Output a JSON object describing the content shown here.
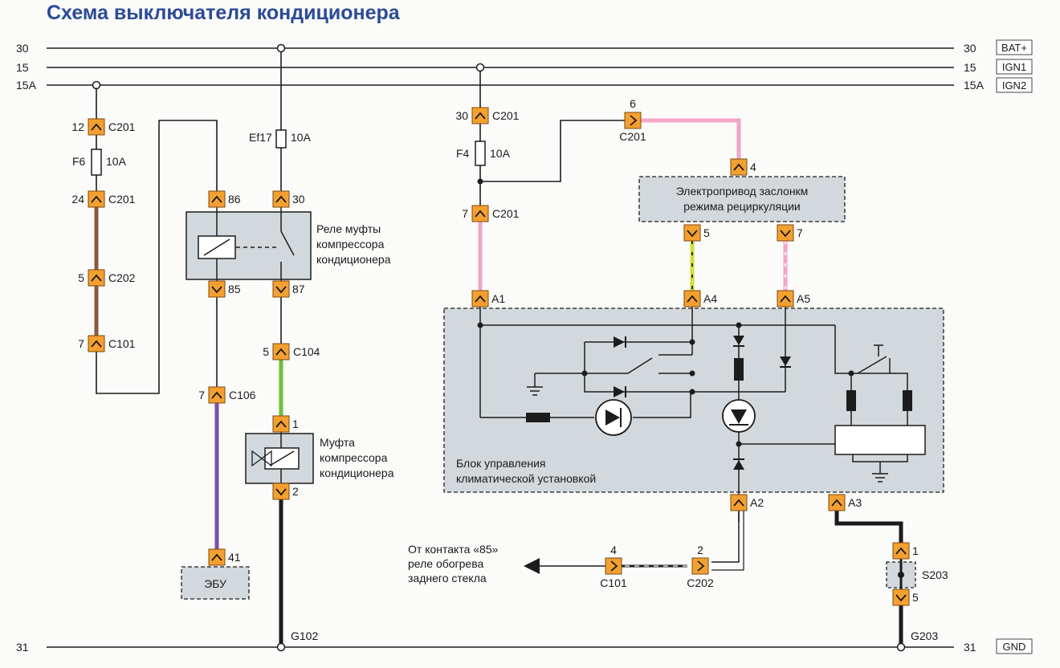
{
  "title": "Схема выключателя кондиционера",
  "rails": {
    "r30": {
      "left": "30",
      "right": "30",
      "tag": "BAT+"
    },
    "r15": {
      "left": "15",
      "right": "15",
      "tag": "IGN1"
    },
    "r15a": {
      "left": "15A",
      "right": "15A",
      "tag": "IGN2"
    },
    "r31": {
      "left": "31",
      "right": "31",
      "tag": "GND"
    }
  },
  "fuses": {
    "f6": {
      "name": "F6",
      "rating": "10A"
    },
    "ef17": {
      "name": "Ef17",
      "rating": "10A"
    },
    "f4": {
      "name": "F4",
      "rating": "10A"
    }
  },
  "connectors": {
    "c1": {
      "pin": "12",
      "name": "C201"
    },
    "c2": {
      "pin": "24",
      "name": "C201"
    },
    "c3": {
      "pin": "5",
      "name": "C202"
    },
    "c4": {
      "pin": "7",
      "name": "C101"
    },
    "c5": {
      "pin": "86",
      "name": ""
    },
    "c6": {
      "pin": "85",
      "name": ""
    },
    "c7": {
      "pin": "30",
      "name": ""
    },
    "c8": {
      "pin": "87",
      "name": ""
    },
    "c9": {
      "pin": "7",
      "name": "C106"
    },
    "c10": {
      "pin": "41",
      "name": ""
    },
    "c11": {
      "pin": "5",
      "name": "C104"
    },
    "c12": {
      "pin": "1",
      "name": ""
    },
    "c13": {
      "pin": "2",
      "name": ""
    },
    "c14": {
      "pin": "30",
      "name": "C201"
    },
    "c15": {
      "pin": "7",
      "name": "C201"
    },
    "c16": {
      "pin": "6",
      "name": "C201"
    },
    "c17": {
      "pin": "4",
      "name": ""
    },
    "c18": {
      "pin": "5",
      "name": ""
    },
    "c19": {
      "pin": "7",
      "name": ""
    },
    "c20": {
      "pin": "A1",
      "name": ""
    },
    "c21": {
      "pin": "A4",
      "name": ""
    },
    "c22": {
      "pin": "A5",
      "name": ""
    },
    "c23": {
      "pin": "A2",
      "name": ""
    },
    "c24": {
      "pin": "A3",
      "name": ""
    },
    "c25": {
      "pin": "4",
      "name": "C101"
    },
    "c26": {
      "pin": "2",
      "name": "C202"
    },
    "c27": {
      "pin": "1",
      "name": ""
    },
    "c28": {
      "pin": "5",
      "name": ""
    }
  },
  "components": {
    "relay": {
      "line1": "Реле муфты",
      "line2": "компрессора",
      "line3": "кондиционера"
    },
    "clutch": {
      "line1": "Муфта",
      "line2": "компрессора",
      "line3": "кондиционера"
    },
    "ecu": {
      "label": "ЭБУ"
    },
    "actuator": {
      "line1": "Электропривод заслонкм",
      "line2": "режима рециркуляции"
    },
    "climate": {
      "line1": "Блок управления",
      "line2": "климатической установкой"
    },
    "splice": {
      "label": "S203"
    }
  },
  "grounds": {
    "g102": "G102",
    "g203": "G203"
  },
  "note": {
    "line1": "От контакта «85»",
    "line2": "реле обогрева",
    "line3": "заднего стекла"
  },
  "colors": {
    "wire": "#1c1c1c",
    "brown": "#8b5a3c",
    "violet": "#7a52a8",
    "green": "#6fbf3a",
    "pink": "#f2a6c8",
    "yellowgreen": "#d2dc3c",
    "connector": "#f4a030",
    "box": "#d3d8dc",
    "title": "#2c4a96"
  }
}
